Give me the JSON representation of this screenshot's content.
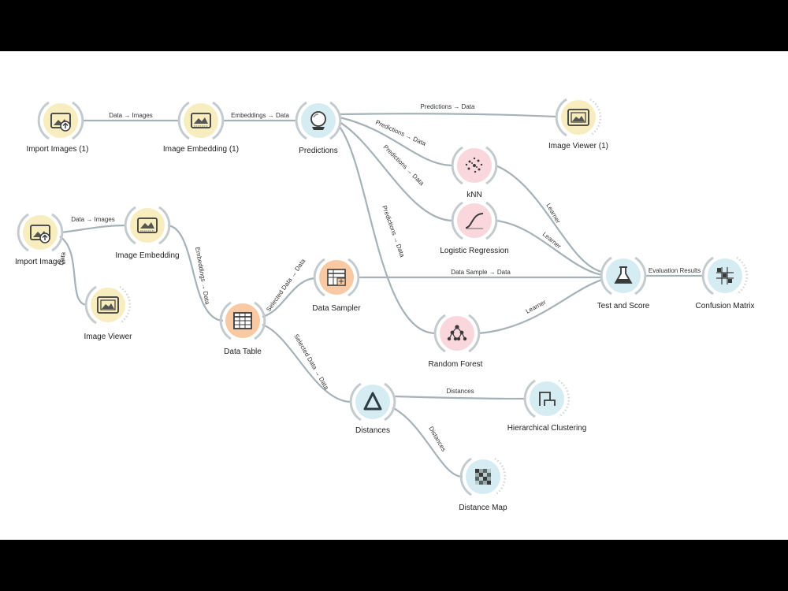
{
  "nodes": [
    {
      "id": "import_images_1",
      "label": "Import Images (1)",
      "icon": "import-images-icon",
      "color": "#f7edbe"
    },
    {
      "id": "image_embedding_1",
      "label": "Image Embedding (1)",
      "icon": "image-embedding-icon",
      "color": "#f7edbe"
    },
    {
      "id": "predictions",
      "label": "Predictions",
      "icon": "crystal-ball-icon",
      "color": "#d6ecf3"
    },
    {
      "id": "image_viewer_1",
      "label": "Image Viewer (1)",
      "icon": "image-viewer-icon",
      "color": "#f7edbe"
    },
    {
      "id": "knn",
      "label": "kNN",
      "icon": "knn-icon",
      "color": "#f9d7dd"
    },
    {
      "id": "logistic_regression",
      "label": "Logistic Regression",
      "icon": "sigmoid-curve-icon",
      "color": "#f9d7dd"
    },
    {
      "id": "import_images",
      "label": "Import Images",
      "icon": "import-images-icon",
      "color": "#f7edbe"
    },
    {
      "id": "image_embedding",
      "label": "Image Embedding",
      "icon": "image-embedding-icon",
      "color": "#f7edbe"
    },
    {
      "id": "image_viewer",
      "label": "Image Viewer",
      "icon": "image-viewer-icon",
      "color": "#f7edbe"
    },
    {
      "id": "data_table",
      "label": "Data Table",
      "icon": "table-icon",
      "color": "#f9c9a3"
    },
    {
      "id": "data_sampler",
      "label": "Data Sampler",
      "icon": "data-sampler-icon",
      "color": "#f9c9a3"
    },
    {
      "id": "random_forest",
      "label": "Random Forest",
      "icon": "tree-icon",
      "color": "#f9d7dd"
    },
    {
      "id": "test_and_score",
      "label": "Test and Score",
      "icon": "flask-icon",
      "color": "#d6ecf3"
    },
    {
      "id": "confusion_matrix",
      "label": "Confusion Matrix",
      "icon": "matrix-icon",
      "color": "#d6ecf3"
    },
    {
      "id": "distances",
      "label": "Distances",
      "icon": "delta-icon",
      "color": "#d6ecf3"
    },
    {
      "id": "hierarchical_clustering",
      "label": "Hierarchical Clustering",
      "icon": "dendrogram-icon",
      "color": "#d6ecf3"
    },
    {
      "id": "distance_map",
      "label": "Distance Map",
      "icon": "distance-map-icon",
      "color": "#d6ecf3"
    }
  ],
  "links": [
    {
      "from": "import_images_1",
      "to": "image_embedding_1",
      "label": "Data → Images"
    },
    {
      "from": "image_embedding_1",
      "to": "predictions",
      "label": "Embeddings → Data"
    },
    {
      "from": "predictions",
      "to": "image_viewer_1",
      "label": "Predictions → Data"
    },
    {
      "from": "predictions",
      "to": "knn",
      "label": "Predictions → Data"
    },
    {
      "from": "predictions",
      "to": "logistic_regression",
      "label": "Predictions → Data"
    },
    {
      "from": "predictions",
      "to": "random_forest",
      "label": "Predictions → Data"
    },
    {
      "from": "import_images",
      "to": "image_embedding",
      "label": "Data → Images"
    },
    {
      "from": "import_images",
      "to": "image_viewer",
      "label": "Data"
    },
    {
      "from": "image_embedding",
      "to": "data_table",
      "label": "Embeddings → Data"
    },
    {
      "from": "data_table",
      "to": "data_sampler",
      "label": "Selected Data → Data"
    },
    {
      "from": "data_table",
      "to": "distances",
      "label": "Selected Data → Data"
    },
    {
      "from": "data_sampler",
      "to": "test_and_score",
      "label": "Data Sample → Data"
    },
    {
      "from": "knn",
      "to": "test_and_score",
      "label": "Learner"
    },
    {
      "from": "logistic_regression",
      "to": "test_and_score",
      "label": "Learner"
    },
    {
      "from": "random_forest",
      "to": "test_and_score",
      "label": "Learner"
    },
    {
      "from": "test_and_score",
      "to": "confusion_matrix",
      "label": "Evaluation Results"
    },
    {
      "from": "distances",
      "to": "hierarchical_clustering",
      "label": "Distances"
    },
    {
      "from": "distances",
      "to": "distance_map",
      "label": "Distances"
    }
  ]
}
